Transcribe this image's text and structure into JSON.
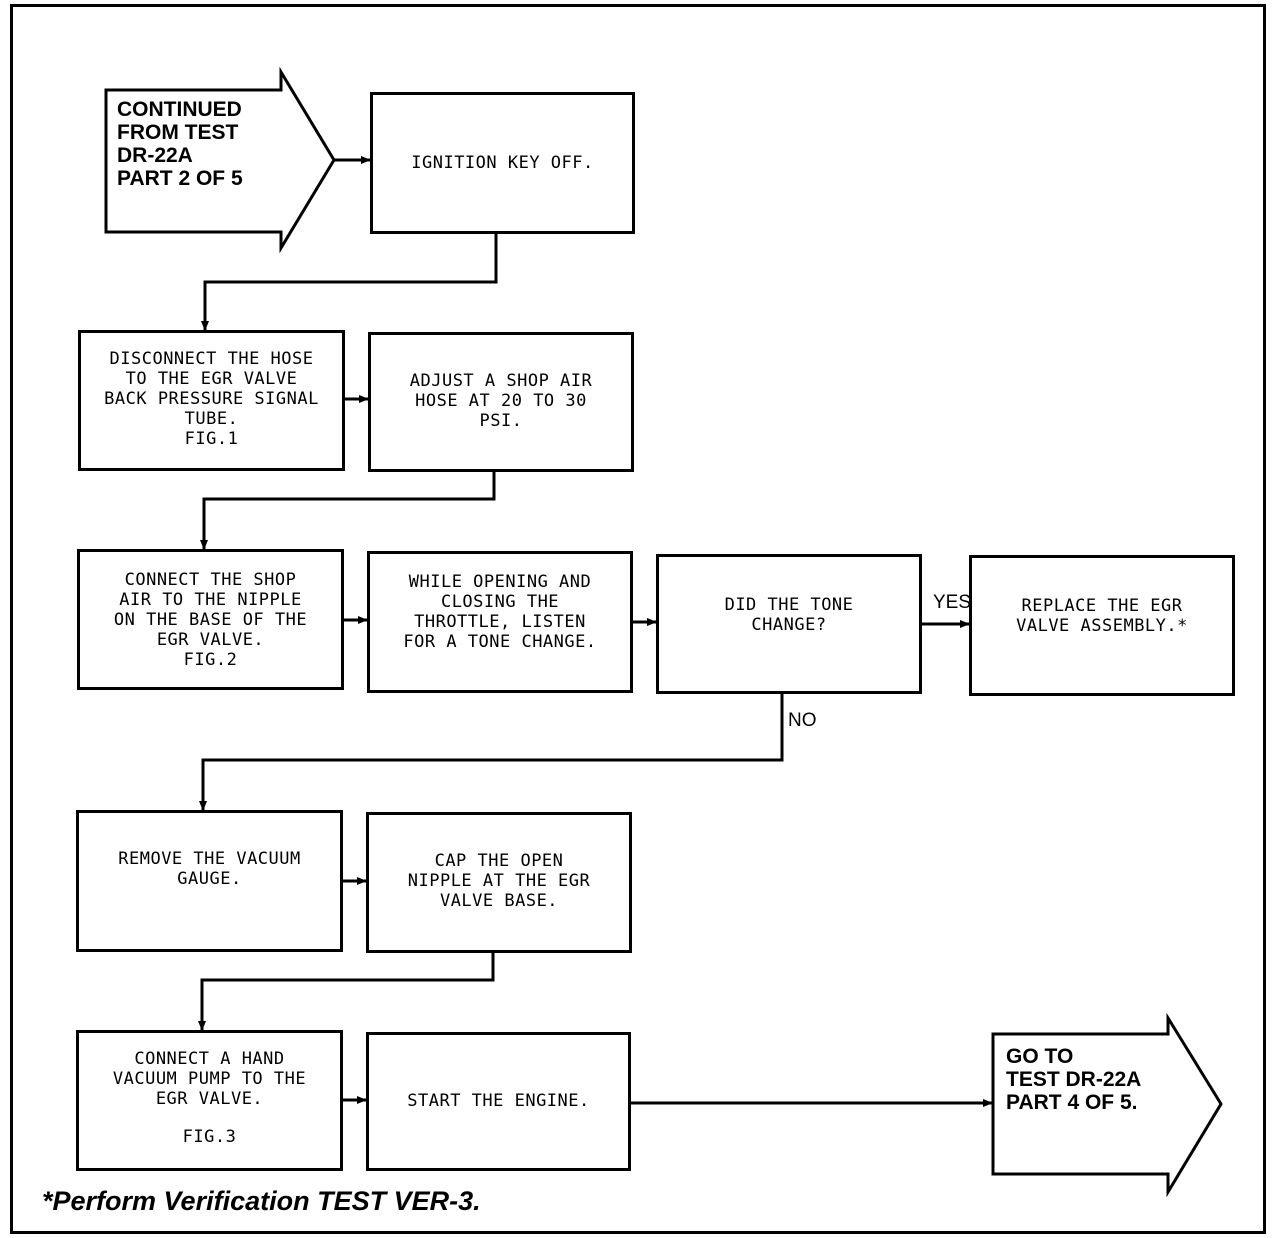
{
  "start_connector": {
    "lines": [
      "CONTINUED",
      "FROM TEST",
      "DR-22A",
      "PART 2 OF 5"
    ]
  },
  "steps": {
    "ignition_off": [
      "IGNITION KEY OFF."
    ],
    "disconnect_hose": [
      "DISCONNECT THE HOSE",
      "TO THE EGR VALVE",
      "BACK PRESSURE SIGNAL",
      "TUBE.",
      "FIG.1"
    ],
    "adjust_air": [
      "ADJUST A SHOP AIR",
      "HOSE AT 20 TO 30",
      "PSI."
    ],
    "connect_air": [
      "CONNECT THE SHOP",
      "AIR TO THE NIPPLE",
      "ON THE BASE OF THE",
      "EGR VALVE.",
      "FIG.2"
    ],
    "listen_tone": [
      "WHILE OPENING AND",
      "CLOSING THE",
      "THROTTLE, LISTEN",
      "FOR A TONE CHANGE."
    ],
    "tone_question": [
      "DID THE TONE",
      "CHANGE?"
    ],
    "replace_valve": [
      "REPLACE THE EGR",
      "VALVE ASSEMBLY.*"
    ],
    "remove_gauge": [
      "REMOVE THE VACUUM",
      "GAUGE."
    ],
    "cap_nipple": [
      "CAP THE OPEN",
      "NIPPLE AT THE EGR",
      "VALVE BASE."
    ],
    "connect_pump": [
      "CONNECT A HAND",
      "VACUUM PUMP TO THE",
      "EGR VALVE.",
      "",
      "FIG.3"
    ],
    "start_engine": [
      "START THE ENGINE."
    ]
  },
  "branch_labels": {
    "yes": "YES",
    "no": "NO"
  },
  "end_connector": {
    "lines": [
      "GO TO",
      "TEST DR-22A",
      "PART 4 OF 5."
    ]
  },
  "footnote": "*Perform Verification TEST VER-3."
}
